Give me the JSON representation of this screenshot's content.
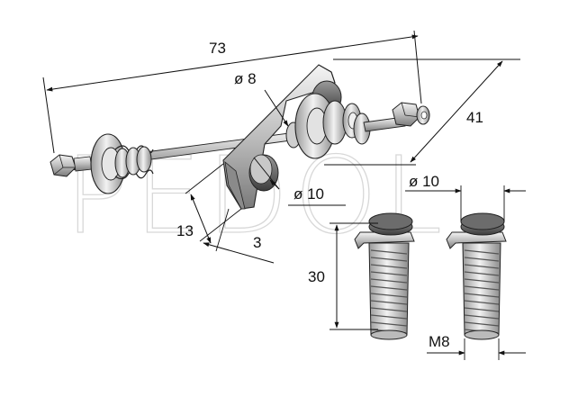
{
  "watermark": "PEDOL",
  "dimensions": {
    "length": "73",
    "width": "41",
    "hole_diameter": "ø 8",
    "pin_diameter": "ø 10",
    "pad_diameter": "ø 10",
    "plate_height": "13",
    "plate_thickness": "3",
    "screw_length": "30",
    "thread": "M8"
  }
}
